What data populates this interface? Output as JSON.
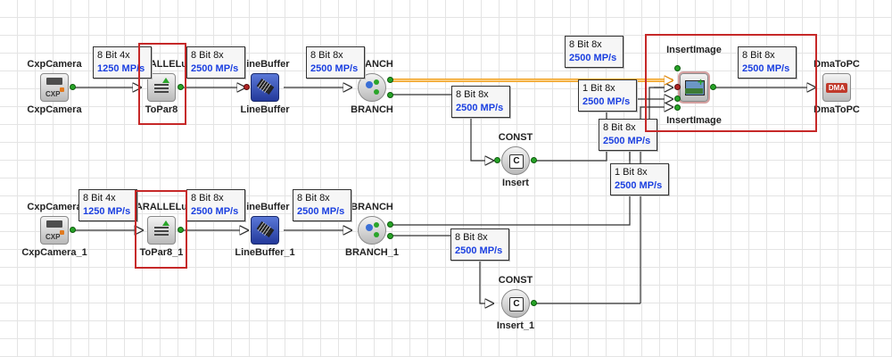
{
  "operators": {
    "cxp_camera": {
      "label_top": "CxpCamera",
      "label_bottom": "CxpCamera",
      "icon": "camera-icon",
      "icon_text": "CXP"
    },
    "topar8": {
      "label_top": "ARALLELu",
      "label_bottom": "ToPar8",
      "icon": "parallel-icon"
    },
    "linebuffer": {
      "label_top": "LineBuffer",
      "label_bottom": "LineBuffer",
      "icon": "memory-chip-icon"
    },
    "branch": {
      "label_top": "BRANCH",
      "label_bottom": "BRANCH",
      "icon": "branch-icon"
    },
    "insert": {
      "label_top": "CONST",
      "label_bottom": "Insert",
      "icon": "const-icon",
      "icon_text": "C"
    },
    "insertimage": {
      "label_top": "InsertImage",
      "label_bottom": "InsertImage",
      "icon": "insert-image-icon",
      "icon_text": "+"
    },
    "dmatopc": {
      "label_top": "DmaToPC",
      "label_bottom": "DmaToPC",
      "icon": "dma-icon",
      "icon_text": "DMA"
    },
    "cxp_camera_1": {
      "label_top": "CxpCamera",
      "label_bottom": "CxpCamera_1",
      "icon": "camera-icon",
      "icon_text": "CXP"
    },
    "topar8_1": {
      "label_top": "ARALLELu",
      "label_bottom": "ToPar8_1",
      "icon": "parallel-icon"
    },
    "linebuffer_1": {
      "label_top": "LineBuffer",
      "label_bottom": "LineBuffer_1",
      "icon": "memory-chip-icon"
    },
    "branch_1": {
      "label_top": "BRANCH",
      "label_bottom": "BRANCH_1",
      "icon": "branch-icon"
    },
    "insert_1": {
      "label_top": "CONST",
      "label_bottom": "Insert_1",
      "icon": "const-icon",
      "icon_text": "C"
    }
  },
  "links": [
    {
      "bits": "8 Bit 4x",
      "rate": "1250 MP/s"
    },
    {
      "bits": "8 Bit 8x",
      "rate": "2500 MP/s"
    },
    {
      "bits": "8 Bit 8x",
      "rate": "2500 MP/s"
    },
    {
      "bits": "8 Bit 8x",
      "rate": "2500 MP/s"
    },
    {
      "bits": "8 Bit 8x",
      "rate": "2500 MP/s"
    },
    {
      "bits": "1 Bit 8x",
      "rate": "2500 MP/s"
    },
    {
      "bits": "8 Bit 8x",
      "rate": "2500 MP/s"
    },
    {
      "bits": "1 Bit 8x",
      "rate": "2500 MP/s"
    },
    {
      "bits": "8 Bit 8x",
      "rate": "2500 MP/s"
    },
    {
      "bits": "8 Bit 4x",
      "rate": "1250 MP/s"
    },
    {
      "bits": "8 Bit 8x",
      "rate": "2500 MP/s"
    },
    {
      "bits": "8 Bit 8x",
      "rate": "2500 MP/s"
    },
    {
      "bits": "8 Bit 8x",
      "rate": "2500 MP/s"
    }
  ],
  "colors": {
    "wire": "#303030",
    "highlight_wire": "#f0a020",
    "selection_box": "#c62828",
    "rate_text": "#1a3fe0",
    "port": "#27a327"
  }
}
